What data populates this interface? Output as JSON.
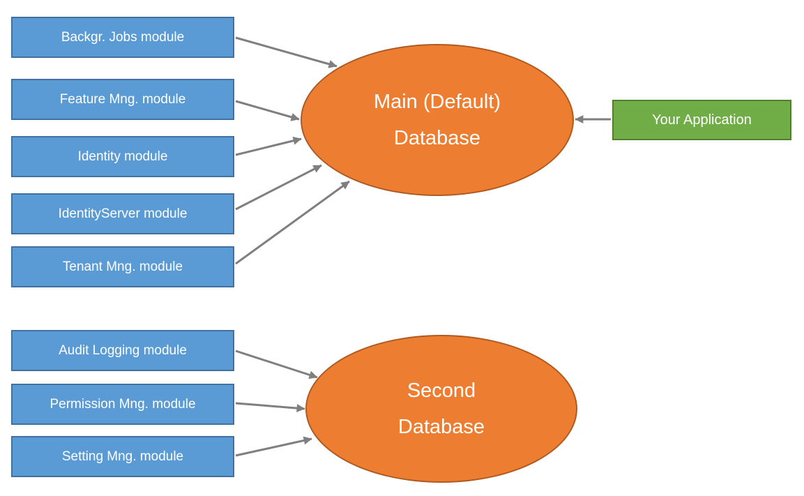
{
  "colors": {
    "background": "#FFFFFF",
    "module_fill": "#5B9BD5",
    "module_border": "#41719C",
    "database_fill": "#ED7D31",
    "database_border": "#AE5A21",
    "app_fill": "#70AD47",
    "app_border": "#507E32",
    "arrow": "#7F7F7F",
    "shape_text": "#FFFFFF"
  },
  "diagram": {
    "main_group": {
      "modules": [
        "Backgr. Jobs module",
        "Feature Mng. module",
        "Identity module",
        "IdentityServer module",
        "Tenant Mng. module"
      ],
      "database": {
        "line1": "Main (Default)",
        "line2": "Database"
      }
    },
    "second_group": {
      "modules": [
        "Audit Logging module",
        "Permission Mng. module",
        "Setting Mng. module"
      ],
      "database": {
        "line1": "Second",
        "line2": "Database"
      }
    },
    "application": {
      "label": "Your Application"
    }
  }
}
